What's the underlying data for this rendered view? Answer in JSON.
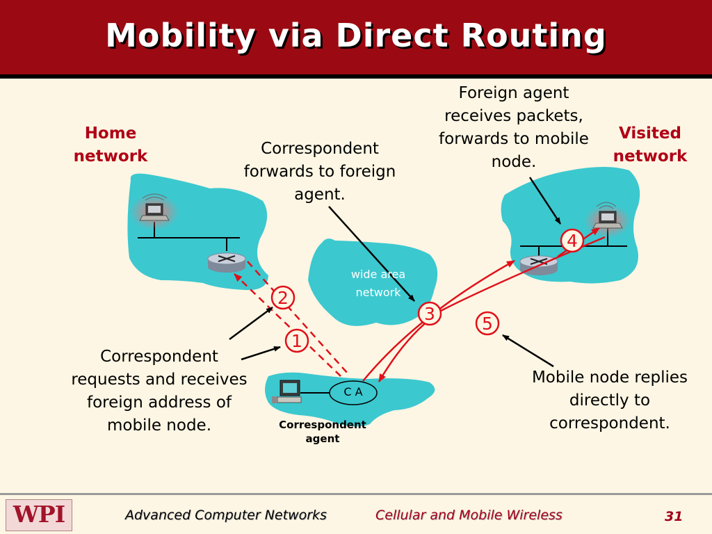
{
  "slide": {
    "title": "Mobility via Direct Routing",
    "home_network_label": "Home network",
    "visited_network_label": "Visited network",
    "wan_label": "wide area network",
    "ca_label": "C A",
    "correspondent_agent_label": "Correspondent agent",
    "annotations": {
      "correspondent_forwards": "Correspondent forwards to foreign agent.",
      "foreign_agent_receives": "Foreign agent receives packets, forwards to mobile node.",
      "correspondent_requests": "Correspondent requests and receives foreign address of mobile node.",
      "mobile_replies": "Mobile node replies directly to correspondent."
    },
    "steps": [
      "1",
      "2",
      "3",
      "4",
      "5"
    ],
    "colors": {
      "header": "#9b0a12",
      "cloud": "#3cc8cf",
      "arrow_red": "#e0101a",
      "label_red": "#b00016",
      "background": "#fdf6e4"
    }
  },
  "footer": {
    "logo": "WPI",
    "course": "Advanced Computer Networks",
    "topic": "Cellular and Mobile Wireless",
    "page_number": "31"
  }
}
